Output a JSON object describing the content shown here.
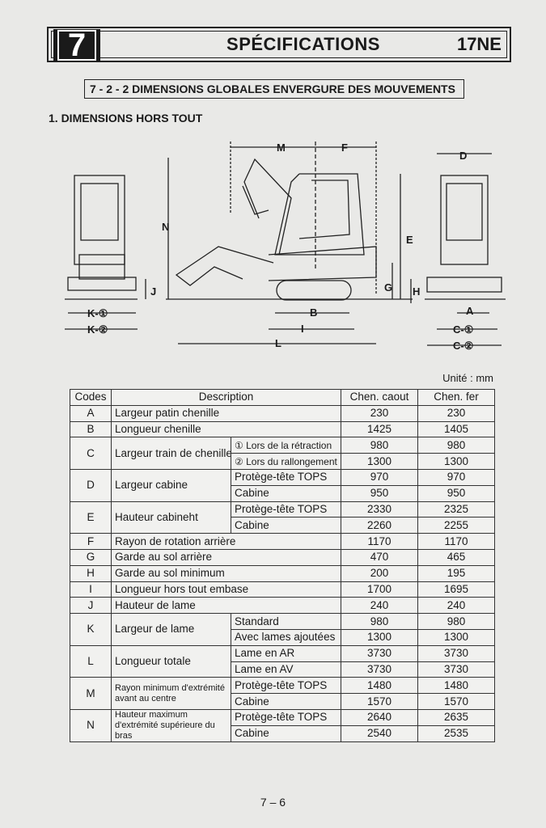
{
  "header": {
    "chapter": "7",
    "title": "SPÉCIFICATIONS",
    "model": "17NE"
  },
  "section_title": "7 - 2 - 2  DIMENSIONS GLOBALES ENVERGURE DES MOUVEMENTS",
  "subsection_title": "1. DIMENSIONS HORS TOUT",
  "diagram": {
    "labels": {
      "M": "M",
      "F": "F",
      "D": "D",
      "N": "N",
      "E": "E",
      "J": "J",
      "G": "G",
      "H": "H",
      "A": "A",
      "B": "B",
      "I": "I",
      "L": "L",
      "K1": "K-①",
      "K2": "K-②",
      "C1": "C-①",
      "C2": "C-②"
    }
  },
  "unit": "Unité : mm",
  "table": {
    "headers": [
      "Codes",
      "Description",
      "Chen. caout",
      "Chen. fer"
    ],
    "rows": [
      {
        "code": "A",
        "desc": "Largeur patin chenille",
        "v1": "230",
        "v2": "230"
      },
      {
        "code": "B",
        "desc": "Longueur chenille",
        "v1": "1425",
        "v2": "1405"
      },
      {
        "code": "C",
        "desc": "Largeur train de chenilles",
        "subs": [
          {
            "sub": "① Lors de la rétraction",
            "v1": "980",
            "v2": "980"
          },
          {
            "sub": "② Lors du rallongement",
            "v1": "1300",
            "v2": "1300"
          }
        ]
      },
      {
        "code": "D",
        "desc": "Largeur cabine",
        "subs": [
          {
            "sub": "Protège-tête TOPS",
            "v1": "970",
            "v2": "970"
          },
          {
            "sub": "Cabine",
            "v1": "950",
            "v2": "950"
          }
        ]
      },
      {
        "code": "E",
        "desc": "Hauteur cabineht",
        "subs": [
          {
            "sub": "Protège-tête TOPS",
            "v1": "2330",
            "v2": "2325"
          },
          {
            "sub": "Cabine",
            "v1": "2260",
            "v2": "2255"
          }
        ]
      },
      {
        "code": "F",
        "desc": "Rayon de rotation arrière",
        "v1": "1170",
        "v2": "1170"
      },
      {
        "code": "G",
        "desc": "Garde au sol arrière",
        "v1": "470",
        "v2": "465"
      },
      {
        "code": "H",
        "desc": "Garde au sol minimum",
        "v1": "200",
        "v2": "195"
      },
      {
        "code": "I",
        "desc": "Longueur hors tout embase",
        "v1": "1700",
        "v2": "1695"
      },
      {
        "code": "J",
        "desc": "Hauteur de lame",
        "v1": "240",
        "v2": "240"
      },
      {
        "code": "K",
        "desc": "Largeur de lame",
        "subs": [
          {
            "sub": "Standard",
            "v1": "980",
            "v2": "980"
          },
          {
            "sub": "Avec lames ajoutées",
            "v1": "1300",
            "v2": "1300"
          }
        ]
      },
      {
        "code": "L",
        "desc": "Longueur totale",
        "subs": [
          {
            "sub": "Lame en AR",
            "v1": "3730",
            "v2": "3730"
          },
          {
            "sub": "Lame en AV",
            "v1": "3730",
            "v2": "3730"
          }
        ]
      },
      {
        "code": "M",
        "desc": "Rayon minimum d'extrémité avant au centre",
        "small": true,
        "subs": [
          {
            "sub": "Protège-tête TOPS",
            "v1": "1480",
            "v2": "1480"
          },
          {
            "sub": "Cabine",
            "v1": "1570",
            "v2": "1570"
          }
        ]
      },
      {
        "code": "N",
        "desc": "Hauteur maximum d'extrémité supérieure du bras",
        "small": true,
        "subs": [
          {
            "sub": "Protège-tête TOPS",
            "v1": "2640",
            "v2": "2635"
          },
          {
            "sub": "Cabine",
            "v1": "2540",
            "v2": "2535"
          }
        ]
      }
    ]
  },
  "footer": {
    "page": "7 – 6"
  }
}
